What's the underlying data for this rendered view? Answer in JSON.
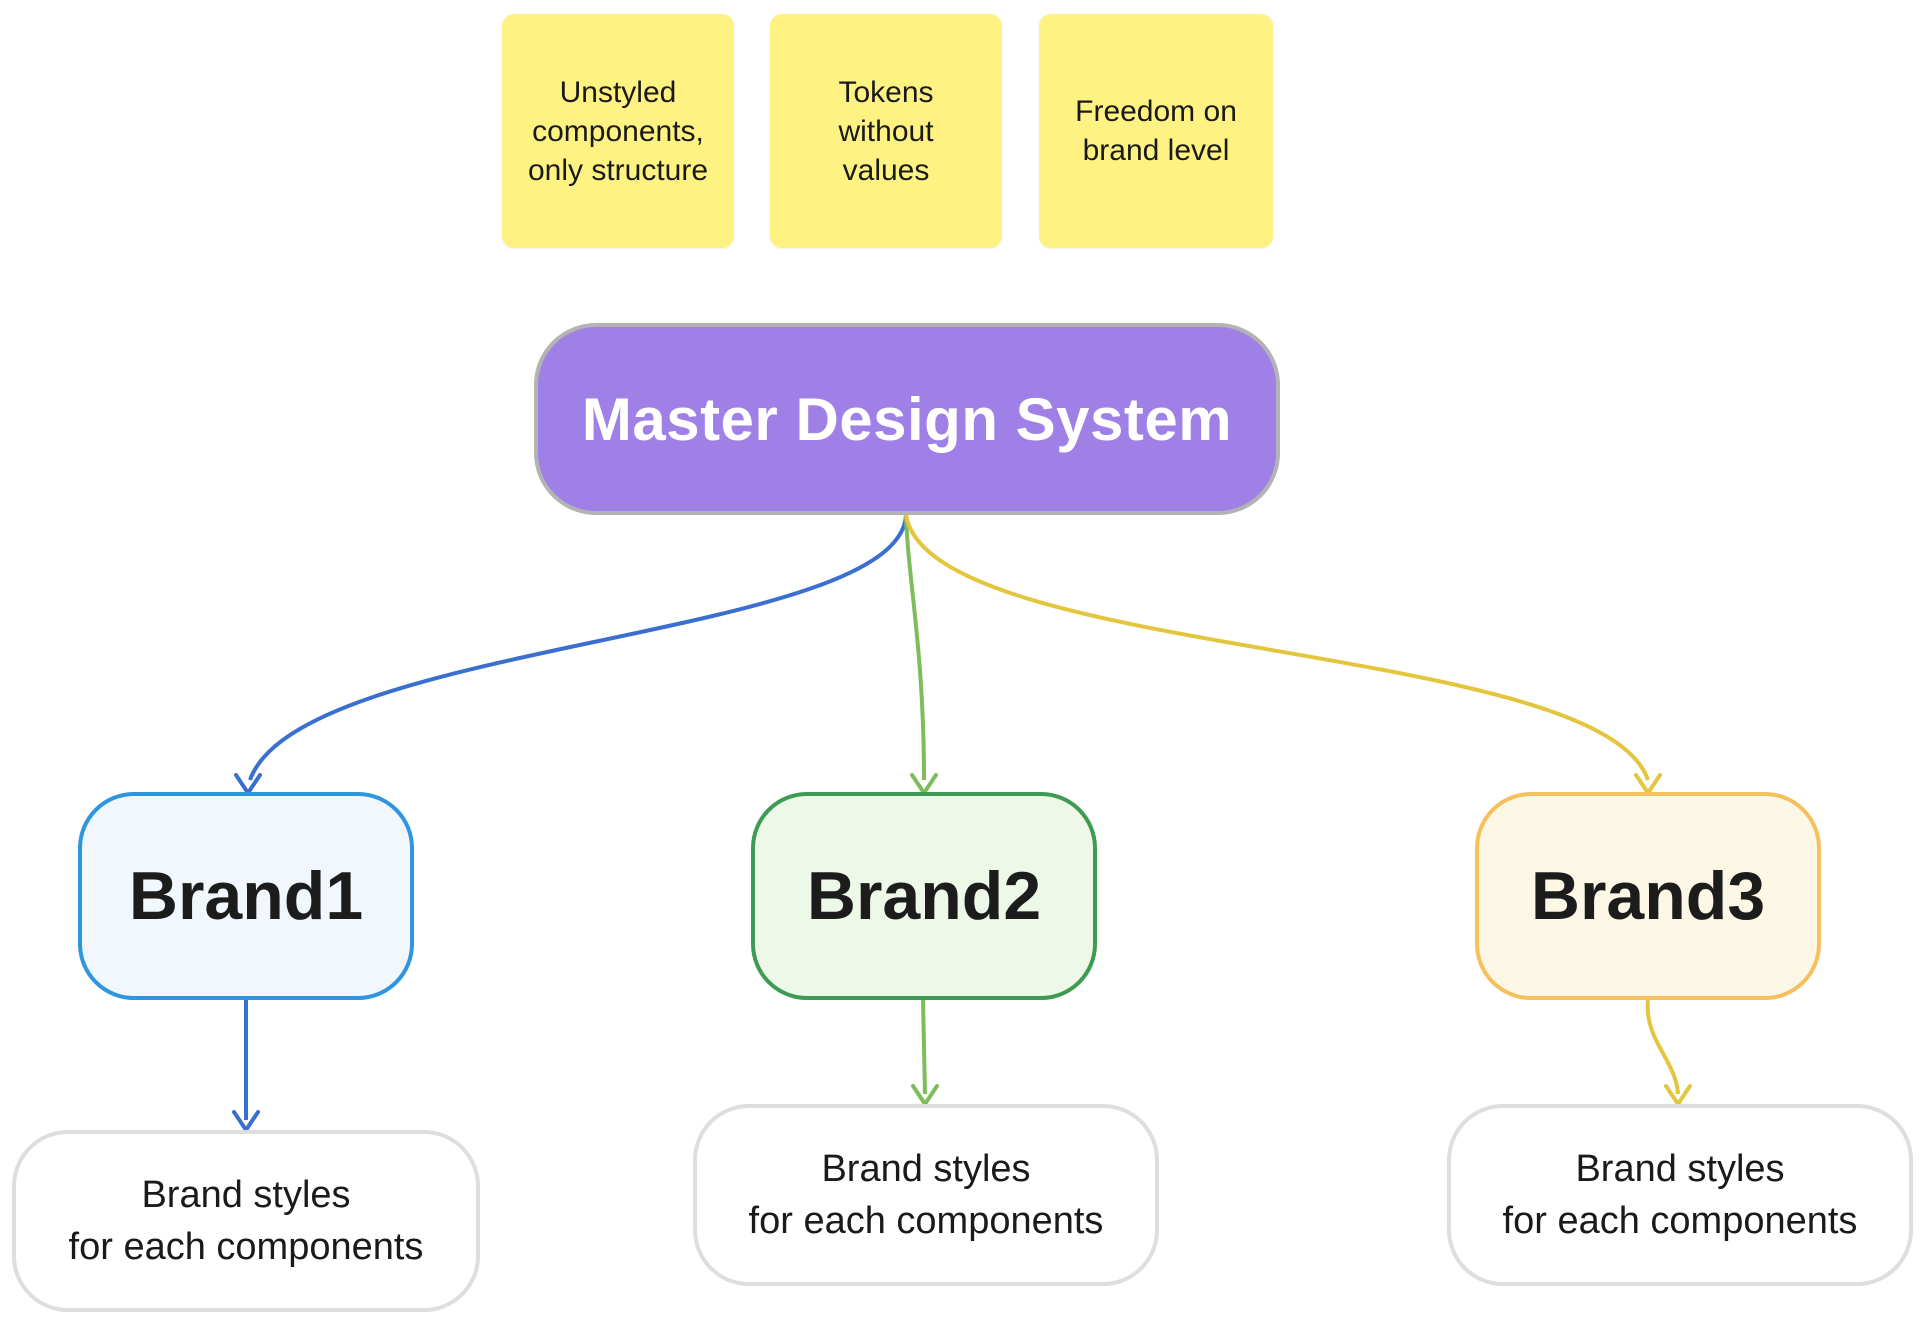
{
  "notes": [
    {
      "text": "Unstyled\ncomponents,\nonly structure"
    },
    {
      "text": "Tokens\nwithout\nvalues"
    },
    {
      "text": "Freedom on\nbrand level"
    }
  ],
  "master": {
    "label": "Master Design System",
    "color": "#9e80e6"
  },
  "brands": [
    {
      "label": "Brand1",
      "styles_text": "Brand styles\nfor each components",
      "accent": "#3a6fcf"
    },
    {
      "label": "Brand2",
      "styles_text": "Brand styles\nfor each components",
      "accent": "#7dbd5a"
    },
    {
      "label": "Brand3",
      "styles_text": "Brand styles\nfor each components",
      "accent": "#e3c63d"
    }
  ],
  "colors": {
    "note_fill": "#fdf282",
    "brand1_border": "#2e95de",
    "brand2_border": "#3f9a53",
    "brand3_border": "#f6c15c"
  }
}
